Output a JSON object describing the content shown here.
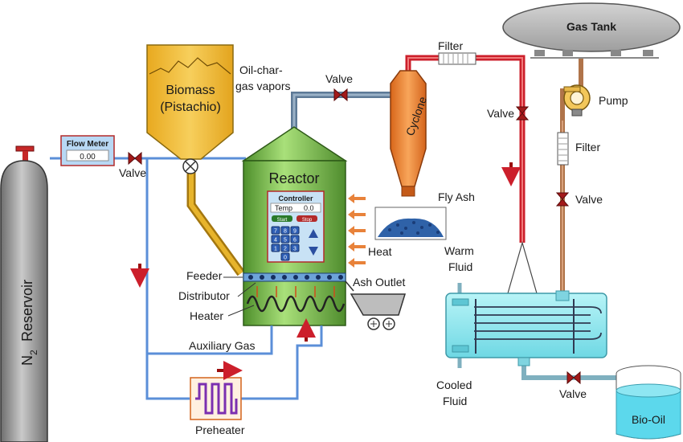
{
  "labels": {
    "gas_tank": "Gas Tank",
    "filter_top": "Filter",
    "oil_char_1": "Oil-char-",
    "oil_char_2": "gas vapors",
    "valve_top": "Valve",
    "biomass_1": "Biomass",
    "biomass_2": "(Pistachio)",
    "cyclone": "Cyclone",
    "valve_right": "Valve",
    "pump": "Pump",
    "filter_right": "Filter",
    "valve_right2": "Valve",
    "fly_ash": "Fly Ash",
    "heat": "Heat",
    "warm_1": "Warm",
    "warm_2": "Fluid",
    "reactor": "Reactor",
    "controller_title": "Controller",
    "controller_temp": "Temp",
    "controller_temp_value": "0.0",
    "controller_start": "Start",
    "controller_stop": "Stop",
    "feeder": "Feeder",
    "distributor": "Distributor",
    "ash_outlet": "Ash Outlet",
    "heater": "Heater",
    "auxiliary_gas": "Auxiliary Gas",
    "flow_meter": "Flow Meter",
    "flow_meter_value": "0.00",
    "valve_left": "Valve",
    "reservoir": "Reservoir",
    "n2_main": "N",
    "n2_sub": "2",
    "preheater": "Preheater",
    "cooled_1": "Cooled",
    "cooled_2": "Fluid",
    "valve_bottom": "Valve",
    "bio_oil": "Bio-Oil"
  },
  "keypad": [
    "7",
    "8",
    "9",
    "4",
    "5",
    "6",
    "1",
    "2",
    "3",
    "0"
  ],
  "colors": {
    "gas_line": "#5e7a97",
    "hot_line": "#cc1f2b",
    "oil_line": "#7fb0bf",
    "n2_line": "#5b8fd8",
    "feed_line": "#c89212",
    "reactor_green": "#7fc04e",
    "cyclone_orange": "#ef8a34",
    "biomass_gold": "#efb72e",
    "condenser_cyan": "#86e6ef",
    "bio_oil_cyan": "#5cd8ec"
  }
}
